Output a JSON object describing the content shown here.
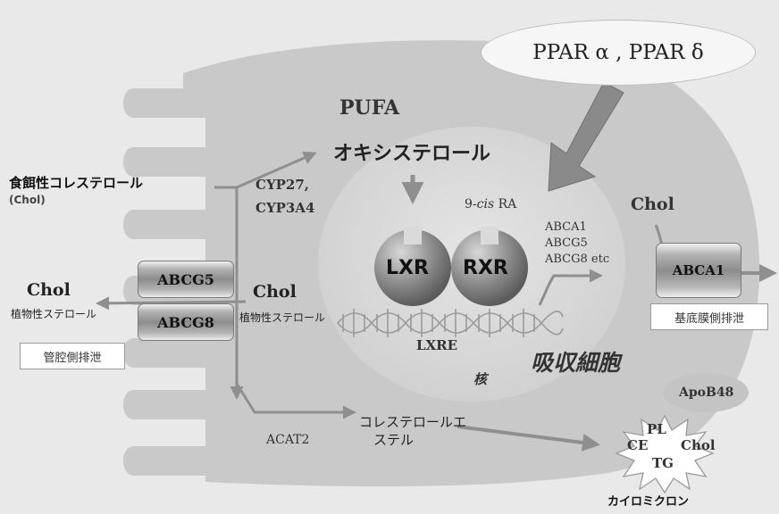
{
  "ppar_label": "PPAR α , PPAR δ",
  "pufa": "PUFA",
  "oxysterol": "オキシステロール",
  "dietary_chol": "食餌性コレステロール",
  "dietary_chol_abbr": "(Chol)",
  "cyp27": "CYP27,",
  "cyp3a4": "CYP3A4",
  "cis_ra_prefix": "9-",
  "cis_ra_cis": "cis",
  "cis_ra_suffix": " RA",
  "lxr": "LXR",
  "rxr": "RXR",
  "lxre": "LXRE",
  "target_genes": [
    "ABCA1",
    "ABCG5",
    "ABCG8 etc"
  ],
  "chol_right": "Chol",
  "abca1_box": "ABCA1",
  "basolateral_label": "基底膜側排泄",
  "abcg5": "ABCG5",
  "abcg8": "ABCG8",
  "chol_left": "Chol",
  "plant_sterol_left": "植物性ステロール",
  "chol_mid": "Chol",
  "plant_sterol_mid": "植物性ステロール",
  "luminal_label": "管腔側排泄",
  "absorptive_cell": "吸収細胞",
  "nucleus": "核",
  "acat2": "ACAT2",
  "chol_ester_line1": "コレステロールエ",
  "chol_ester_line2": "ステル",
  "apob48": "ApoB48",
  "chylo_pl": "PL",
  "chylo_ce": "CE",
  "chylo_chol": "Chol",
  "chylo_tg": "TG",
  "chylomicron": "カイロミクロン",
  "colors": {
    "cell": "#c9c9c9",
    "nucleus": "#dadada",
    "arrow": "#8f8f8f",
    "receptor": "#7d7d7d"
  }
}
